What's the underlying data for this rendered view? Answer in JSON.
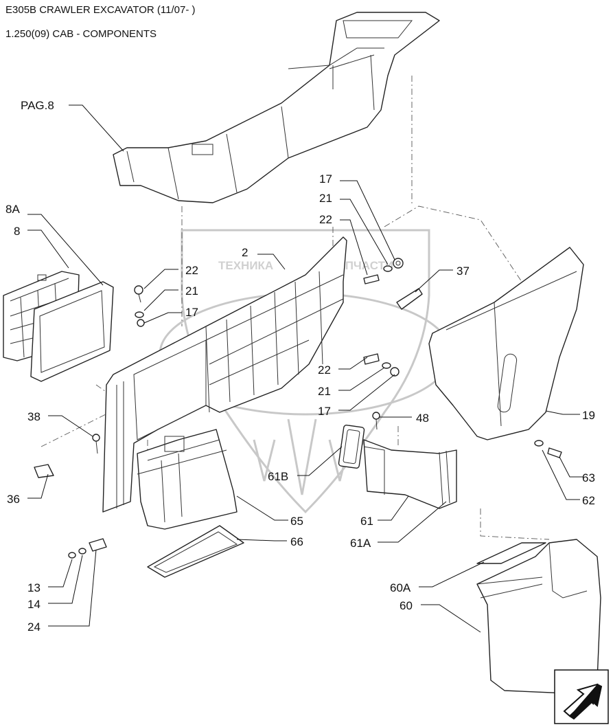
{
  "header": {
    "model": "E305B CRAWLER EXCAVATOR (11/07- )",
    "section": "1.250(09) CAB - COMPONENTS"
  },
  "watermark": {
    "left": "ТЕХНИКА",
    "right": "ЗАПЧАСТИ"
  },
  "callouts": {
    "pag8": "PAG.8",
    "p8A": "8A",
    "p8": "8",
    "p2": "2",
    "p17a": "17",
    "p21a": "21",
    "p22a": "22",
    "p37": "37",
    "p22b": "22",
    "p21b": "21",
    "p17b": "17",
    "p22c": "22",
    "p21c": "21",
    "p17c": "17",
    "p38": "38",
    "p48": "48",
    "p19": "19",
    "p36": "36",
    "p61B": "61B",
    "p65": "65",
    "p61": "61",
    "p63": "63",
    "p62": "62",
    "p66": "66",
    "p61A": "61A",
    "p13": "13",
    "p14": "14",
    "p24": "24",
    "p60A": "60A",
    "p60": "60"
  },
  "nav_icon": "next-page-arrow-icon"
}
